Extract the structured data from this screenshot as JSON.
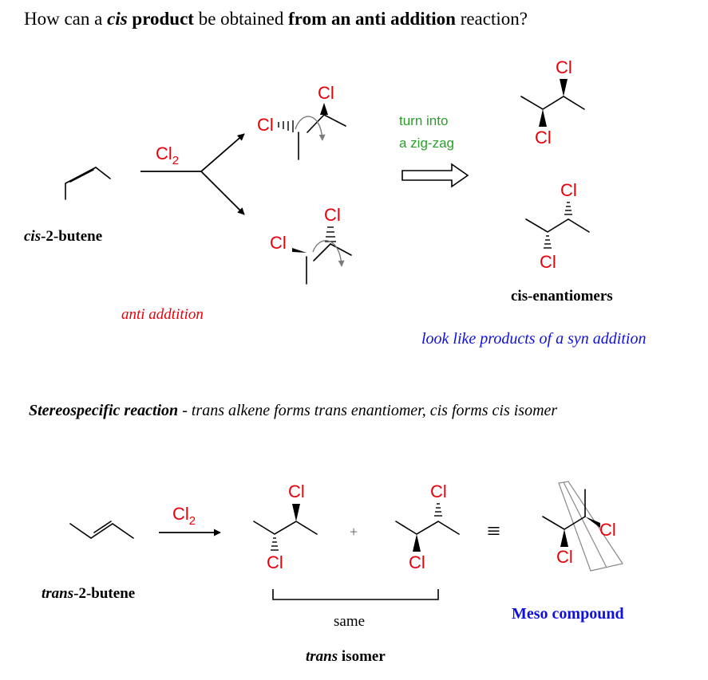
{
  "title": {
    "p1": "How can a ",
    "p2": "cis",
    "p3": " product",
    "p4": " be obtained ",
    "p5": "from an anti addition",
    "p6": " reaction?"
  },
  "reagent": {
    "cl": "Cl",
    "sub": "2"
  },
  "chlorine": "Cl",
  "cis_butene": {
    "prefix": "cis",
    "suffix": "-2-butene"
  },
  "trans_butene": {
    "prefix": "trans",
    "suffix": "-2-butene"
  },
  "anti_addition": "anti addtition",
  "turn_into": {
    "line1": "turn into",
    "line2": "a zig-zag"
  },
  "cis_enantiomers": "cis-enantiomers",
  "syn_note": "look like products of a syn addition",
  "stereospecific": {
    "bold": "Stereospecific reaction",
    "rest": " - trans alkene forms trans enantiomer, cis forms cis isomer"
  },
  "plus": "+",
  "equivalent": "≡",
  "same": "same",
  "trans_isomer": {
    "italic": "trans",
    "rest": " isomer"
  },
  "meso": "Meso compound",
  "colors": {
    "chlorine": "#e8000b",
    "note_blue": "#1010e0",
    "green": "#2aa02a",
    "arrow_gray": "#7a7a7a"
  }
}
